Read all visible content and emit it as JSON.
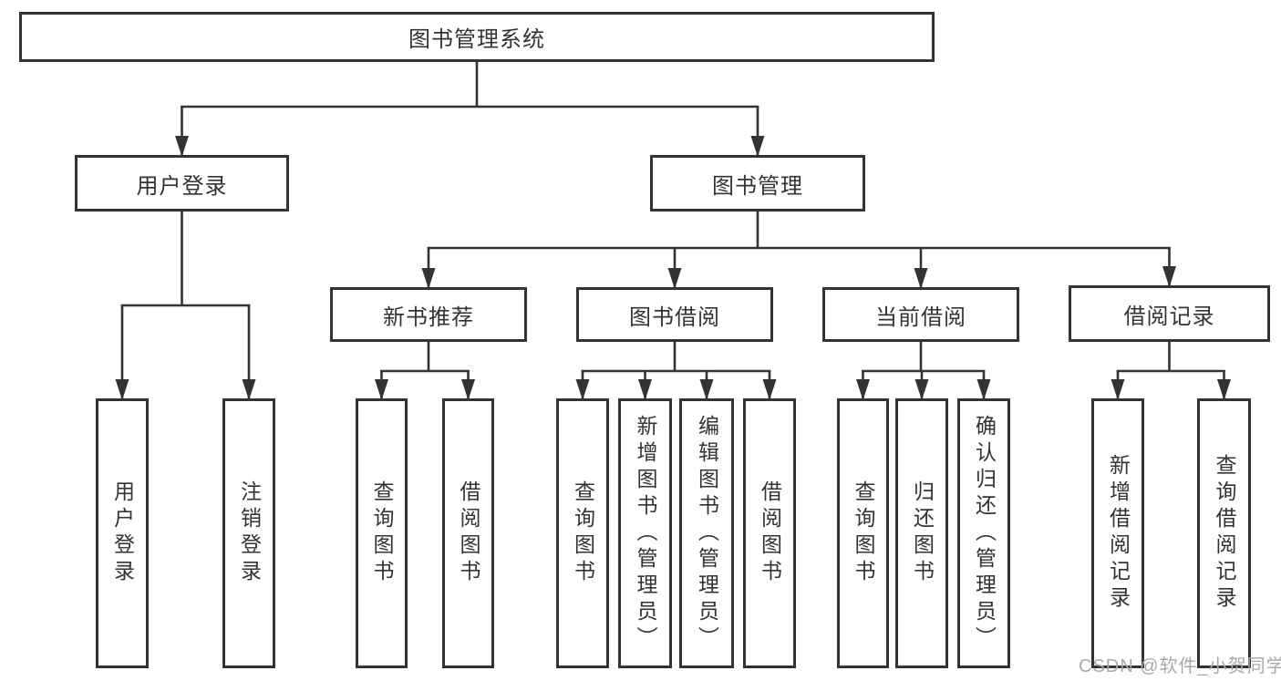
{
  "diagram": {
    "title": "图书管理系统",
    "watermark": "CSDN @软件_小贺同学",
    "colors": {
      "line": "#333333",
      "box_border": "#333333",
      "text": "#333333",
      "watermark": "#a9a9a9",
      "background": "#ffffff"
    },
    "nodes": {
      "root": {
        "label": "图书管理系统"
      },
      "user_login": {
        "label": "用户登录"
      },
      "book_mgmt": {
        "label": "图书管理"
      },
      "new_book": {
        "label": "新书推荐"
      },
      "book_borrow": {
        "label": "图书借阅"
      },
      "current_borrow": {
        "label": "当前借阅"
      },
      "borrow_record": {
        "label": "借阅记录"
      },
      "v_user_login": {
        "label": "用户登录"
      },
      "v_logout": {
        "label": "注销登录"
      },
      "v_query_book_1": {
        "label": "查询图书"
      },
      "v_borrow_book_1": {
        "label": "借阅图书"
      },
      "v_query_book_2": {
        "label": "查询图书"
      },
      "v_add_book": {
        "label": "新增图书（管理员）"
      },
      "v_edit_book": {
        "label": "编辑图书（管理员）"
      },
      "v_borrow_book_2": {
        "label": "借阅图书"
      },
      "v_query_book_3": {
        "label": "查询图书"
      },
      "v_return_book": {
        "label": "归还图书"
      },
      "v_confirm_return": {
        "label": "确认归还（管理员）"
      },
      "v_add_record": {
        "label": "新增借阅记录"
      },
      "v_query_record": {
        "label": "查询借阅记录"
      }
    },
    "tree": [
      {
        "parent": "root",
        "children": [
          "user_login",
          "book_mgmt"
        ]
      },
      {
        "parent": "user_login",
        "children": [
          "v_user_login",
          "v_logout"
        ]
      },
      {
        "parent": "book_mgmt",
        "children": [
          "new_book",
          "book_borrow",
          "current_borrow",
          "borrow_record"
        ]
      },
      {
        "parent": "new_book",
        "children": [
          "v_query_book_1",
          "v_borrow_book_1"
        ]
      },
      {
        "parent": "book_borrow",
        "children": [
          "v_query_book_2",
          "v_add_book",
          "v_edit_book",
          "v_borrow_book_2"
        ]
      },
      {
        "parent": "current_borrow",
        "children": [
          "v_query_book_3",
          "v_return_book",
          "v_confirm_return"
        ]
      },
      {
        "parent": "borrow_record",
        "children": [
          "v_add_record",
          "v_query_record"
        ]
      }
    ]
  }
}
